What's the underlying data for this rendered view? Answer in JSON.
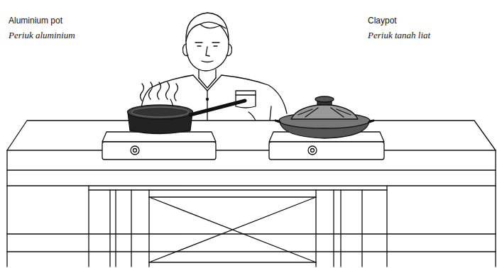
{
  "diagram": {
    "labels": [
      "Aluminium pot",
      "Periuk aluminium",
      "Claypot",
      "Periuk tanah liat"
    ]
  }
}
